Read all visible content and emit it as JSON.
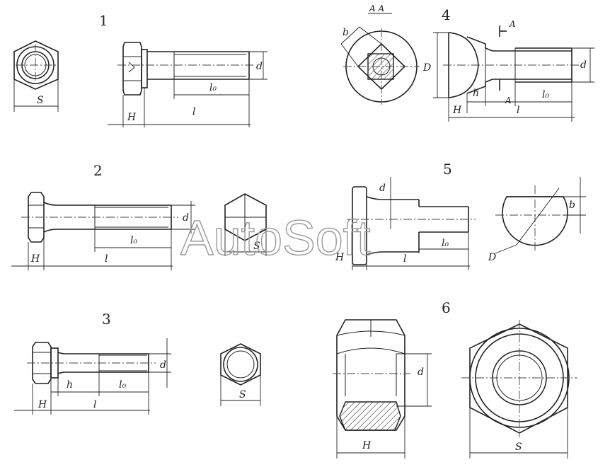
{
  "figures": [
    {
      "number": "1",
      "labels": {
        "S": "S",
        "H": "H",
        "l": "l",
        "l0": "l₀",
        "d": "d"
      }
    },
    {
      "number": "2",
      "labels": {
        "H": "H",
        "l": "l",
        "l0": "l₀",
        "d": "d",
        "S": "S"
      }
    },
    {
      "number": "3",
      "labels": {
        "H": "H",
        "h": "h",
        "l": "l",
        "l0": "l₀",
        "d": "d",
        "S": "S"
      }
    },
    {
      "number": "4",
      "labels": {
        "section": "A A",
        "b": "b",
        "D": "D",
        "A_top": "A",
        "A_mid": "A",
        "h": "h",
        "H": "H",
        "l0": "l₀",
        "l": "l",
        "d": "d"
      }
    },
    {
      "number": "5",
      "labels": {
        "d": "d",
        "H": "H",
        "l": "l",
        "l0": "l₀",
        "b": "b",
        "D": "D"
      }
    },
    {
      "number": "6",
      "labels": {
        "d": "d",
        "H": "H",
        "S": "S"
      }
    }
  ],
  "watermark": "AutoSoft"
}
